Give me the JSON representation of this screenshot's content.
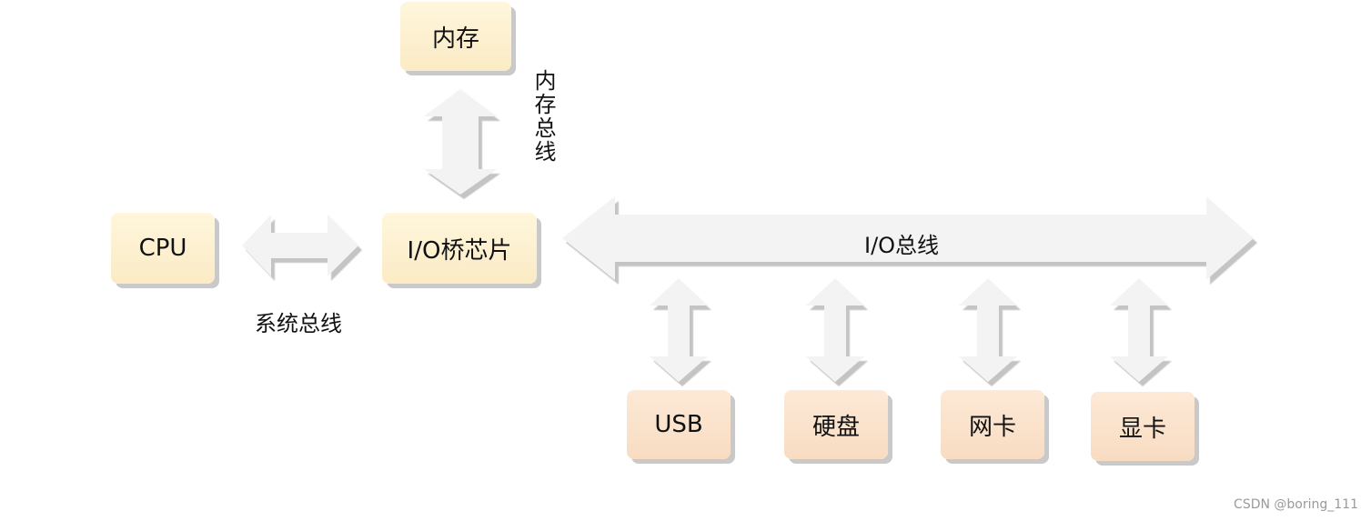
{
  "nodes": {
    "memory": "内存",
    "cpu": "CPU",
    "io_bridge": "I/O桥芯片",
    "usb": "USB",
    "disk": "硬盘",
    "nic": "网卡",
    "gpu": "显卡"
  },
  "buses": {
    "memory_bus": "内存总线",
    "system_bus": "系统总线",
    "io_bus": "I/O总线"
  },
  "watermark": "CSDN @boring_111",
  "colors": {
    "node_fill_top": "#fbebc5",
    "node_fill_bottom": "#f8dcc2",
    "arrow_fill": "#f3f3f3",
    "shadow": "#c9c9c9"
  }
}
